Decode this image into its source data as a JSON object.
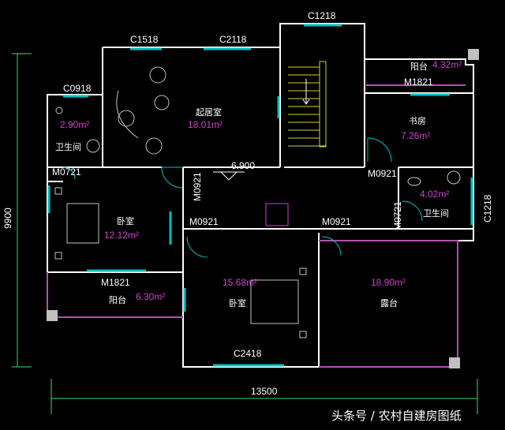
{
  "labels": {
    "c1218_top": "C1218",
    "c1518": "C1518",
    "c2118": "C2118",
    "c0918": "C0918",
    "m1821_top": "M1821",
    "m0721_left": "M0721",
    "m0921_a": "M0921",
    "m0921_b": "M0921",
    "m0921_c": "M0921",
    "m0921_d": "M0921",
    "m0721_right": "M0721",
    "c1218_right": "C1218",
    "m1821_bottom": "M1821",
    "c2418": "C2418",
    "level": "6.900"
  },
  "rooms": {
    "living": {
      "name": "起居室",
      "area": "18.01m²"
    },
    "bath_left": {
      "name": "卫生间",
      "area": "2.90m²"
    },
    "bed_left": {
      "name": "卧室",
      "area": "12.12m²"
    },
    "balcony_left": {
      "name": "阳台",
      "area": "6.30m²"
    },
    "bed_bottom": {
      "name": "卧室",
      "area": "15.68m²"
    },
    "terrace": {
      "name": "露台",
      "area": "18.90m²"
    },
    "study": {
      "name": "书房",
      "area": "7.26m²"
    },
    "bath_right": {
      "name": "卫生间",
      "area": "4.02m²"
    },
    "balcony_top": {
      "name": "阳台",
      "area": "4.32m²"
    }
  },
  "dimensions": {
    "width": "13500",
    "height": "9900"
  },
  "watermark": "头条号 / 农村自建房图纸",
  "colors": {
    "wall": "#ffffff",
    "window": "#00c0c0",
    "area": "#d040d0",
    "stair": "#d0d040",
    "balcony": "#b050b0",
    "dim": "#30e070"
  }
}
